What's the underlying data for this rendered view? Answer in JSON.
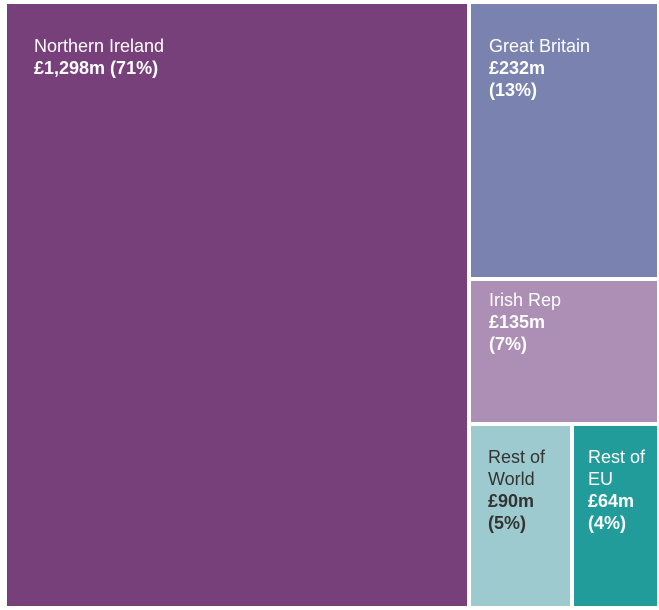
{
  "chart_data": {
    "type": "treemap",
    "title": "",
    "unit": "£m",
    "items": [
      {
        "key": "ni",
        "name": "Northern Ireland",
        "name_lines": [
          "Northern Ireland"
        ],
        "value": 1298,
        "percent": 71,
        "value_lines": [
          "£1,298m (71%)"
        ],
        "color": "#77407b",
        "text_color": "#ffffff"
      },
      {
        "key": "gb",
        "name": "Great Britain",
        "name_lines": [
          "Great Britain"
        ],
        "value": 232,
        "percent": 13,
        "value_lines": [
          "£232m",
          "(13%)"
        ],
        "color": "#7a83b0",
        "text_color": "#ffffff"
      },
      {
        "key": "ir",
        "name": "Irish Rep",
        "name_lines": [
          "Irish Rep"
        ],
        "value": 135,
        "percent": 7,
        "value_lines": [
          "£135m",
          "(7%)"
        ],
        "color": "#ad8eb4",
        "text_color": "#ffffff"
      },
      {
        "key": "row",
        "name": "Rest of World",
        "name_lines": [
          "Rest of",
          "World"
        ],
        "value": 90,
        "percent": 5,
        "value_lines": [
          "£90m",
          "(5%)"
        ],
        "color": "#9ccacf",
        "text_color": "#333333"
      },
      {
        "key": "reu",
        "name": "Rest of EU",
        "name_lines": [
          "Rest of",
          "EU"
        ],
        "value": 64,
        "percent": 4,
        "value_lines": [
          "£64m",
          "(4%)"
        ],
        "color": "#229c9a",
        "text_color": "#ffffff"
      }
    ]
  }
}
